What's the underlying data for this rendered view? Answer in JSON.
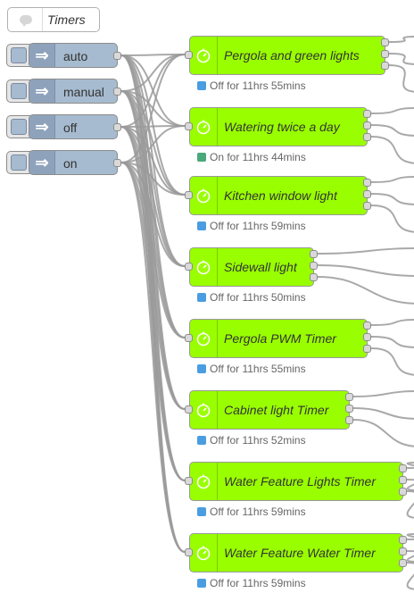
{
  "comment": {
    "label": "Timers"
  },
  "inject_nodes": [
    {
      "label": "auto"
    },
    {
      "label": "manual"
    },
    {
      "label": "off"
    },
    {
      "label": "on"
    }
  ],
  "timer_nodes": [
    {
      "label": "Pergola and green lights",
      "status": "Off for 11hrs 55mins",
      "status_color": "#4a9de0"
    },
    {
      "label": "Watering twice a day",
      "status": "On for 11hrs 44mins",
      "status_color": "#4aa97a"
    },
    {
      "label": "Kitchen window light",
      "status": "Off for 11hrs 59mins",
      "status_color": "#4a9de0"
    },
    {
      "label": "Sidewall light",
      "status": "Off for 11hrs 50mins",
      "status_color": "#4a9de0"
    },
    {
      "label": "Pergola PWM Timer",
      "status": "Off for 11hrs 55mins",
      "status_color": "#4a9de0"
    },
    {
      "label": "Cabinet light Timer",
      "status": "Off for 11hrs 52mins",
      "status_color": "#4a9de0"
    },
    {
      "label": "Water Feature Lights Timer",
      "status": "Off for 11hrs 59mins",
      "status_color": "#4a9de0"
    },
    {
      "label": "Water Feature Water Timer",
      "status": "Off for 11hrs 59mins",
      "status_color": "#4a9de0"
    }
  ],
  "colors": {
    "inject": "#a6bbcf",
    "timer": "#99ff00",
    "wire": "#9a9a9a"
  },
  "icons": {
    "comment": "speech-bubble-icon",
    "inject": "arrow-right-icon",
    "timer": "stopwatch-icon"
  }
}
